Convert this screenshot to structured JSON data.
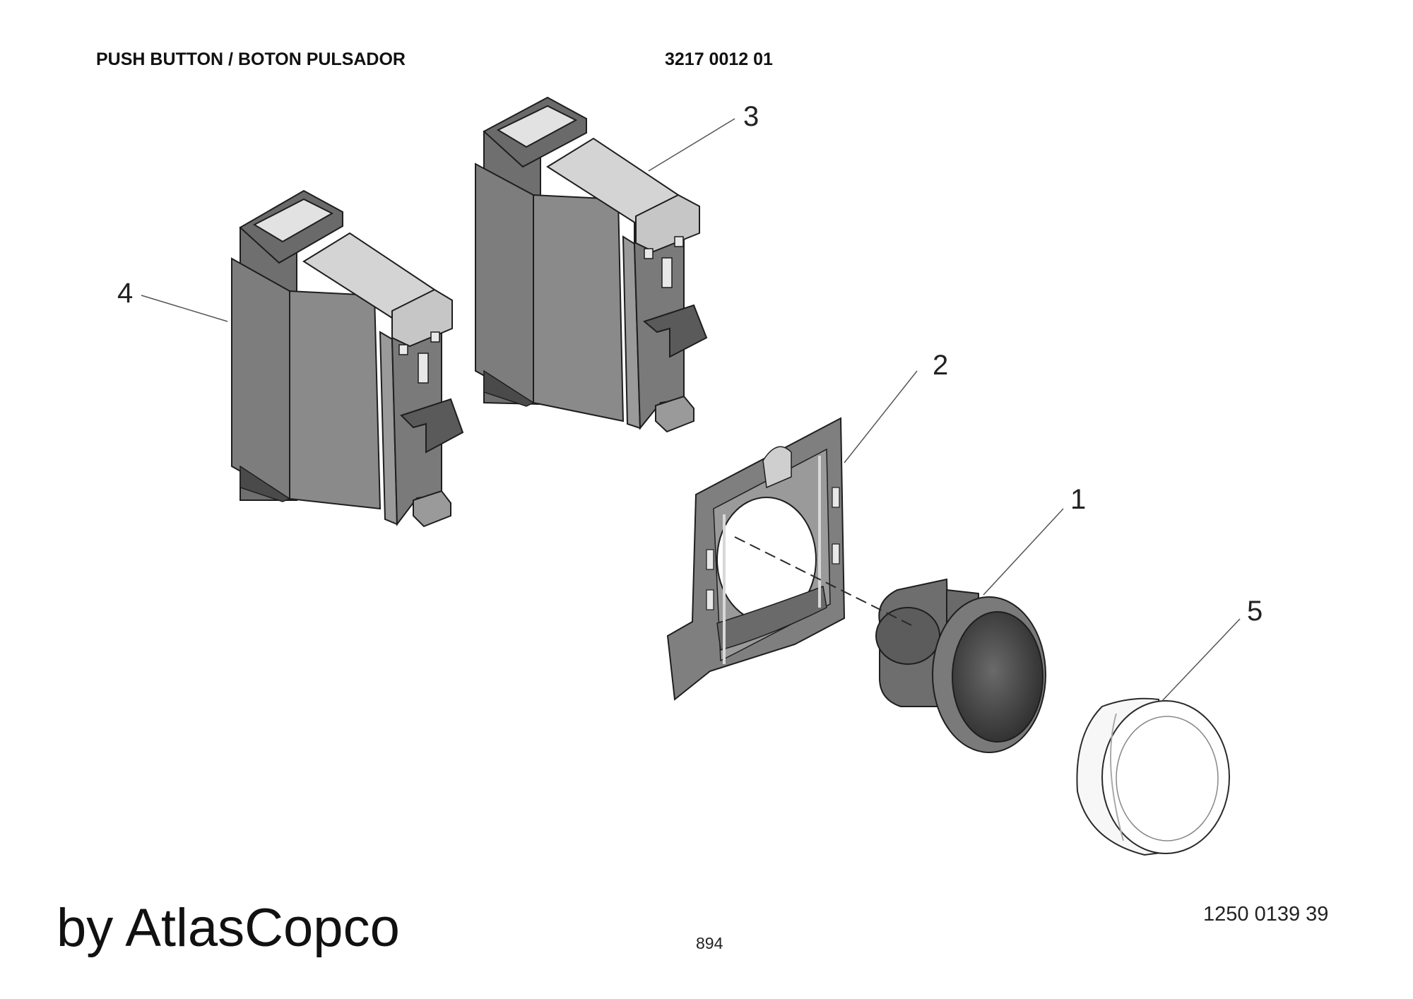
{
  "header": {
    "title": "PUSH BUTTON / BOTON PULSADOR",
    "part_number": "3217 0012 01"
  },
  "callouts": [
    {
      "id": "1",
      "label": "1"
    },
    {
      "id": "2",
      "label": "2"
    },
    {
      "id": "3",
      "label": "3"
    },
    {
      "id": "4",
      "label": "4"
    },
    {
      "id": "5",
      "label": "5"
    }
  ],
  "footer": {
    "brand": "by AtlasCopco",
    "doc_number": "1250 0139 39",
    "page_number": "894"
  },
  "colors": {
    "part_dark": "#6d6d6d",
    "part_mid": "#8a8a8a",
    "part_light": "#bdbdbd",
    "part_top": "#dcdcdc",
    "outline": "#1e1e1e",
    "leader": "#555555"
  }
}
